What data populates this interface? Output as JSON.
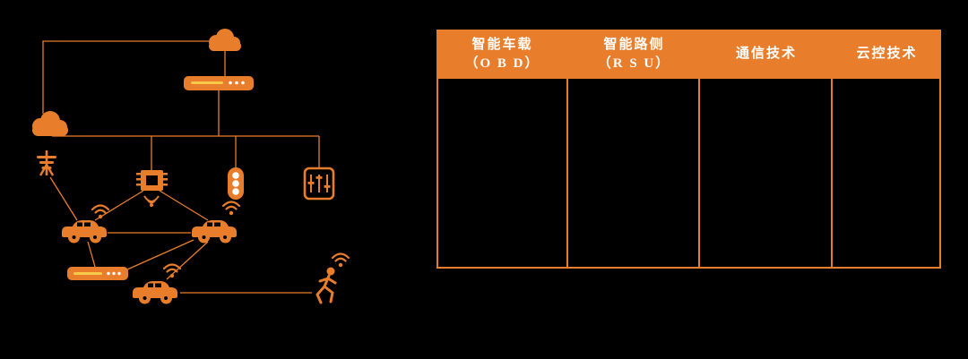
{
  "colors": {
    "background": "#000000",
    "accent": "#E87E2B",
    "header_bg": "#E87E2B",
    "header_text": "#FFFFFF",
    "server_stripe": "#F7C948",
    "server_dots": "#FFFFFF"
  },
  "diagram": {
    "description": "V2X connected-vehicle network diagram",
    "icons": [
      "cloud-top-icon",
      "cloud-left-icon",
      "server-bar-1-icon",
      "server-bar-2-icon",
      "antenna-mast-icon",
      "obu-chip-icon",
      "wifi-signal-icon",
      "traffic-light-icon",
      "vms-sign-icon",
      "car-1-icon",
      "car-2-icon",
      "car-3-icon",
      "pedestrian-runner-icon"
    ]
  },
  "table": {
    "headers": [
      {
        "line1": "智能车载",
        "line2": "（O B D）"
      },
      {
        "line1": "智能路侧",
        "line2": "（R S U）"
      },
      {
        "line1": "通信技术",
        "line2": ""
      },
      {
        "line1": "云控技术",
        "line2": ""
      }
    ],
    "body_rows": [
      [
        "",
        "",
        "",
        ""
      ]
    ]
  }
}
